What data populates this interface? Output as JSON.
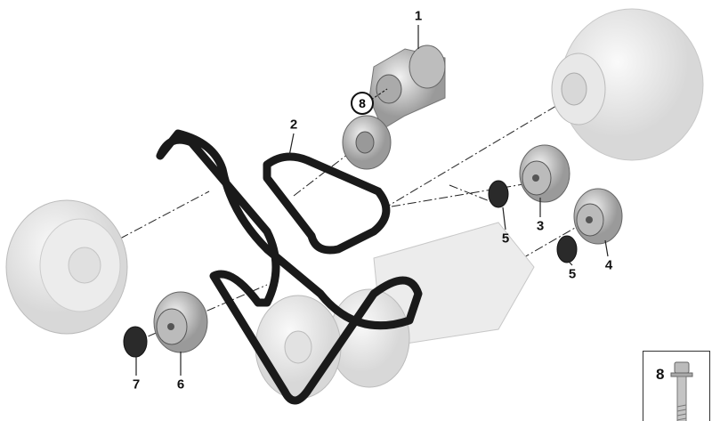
{
  "callouts": {
    "tensioner": "1",
    "belt": "2",
    "idler_upper": "3",
    "idler_right": "4",
    "seal_upper": "5",
    "seal_right": "5",
    "idler_lower": "6",
    "seal_lower": "7",
    "bolt_circled": "8"
  },
  "inset": {
    "label": "8"
  },
  "colors": {
    "part_gray": "#c8c8c8",
    "ghost_gray": "#e6e6e6",
    "belt": "#1a1a1a"
  }
}
